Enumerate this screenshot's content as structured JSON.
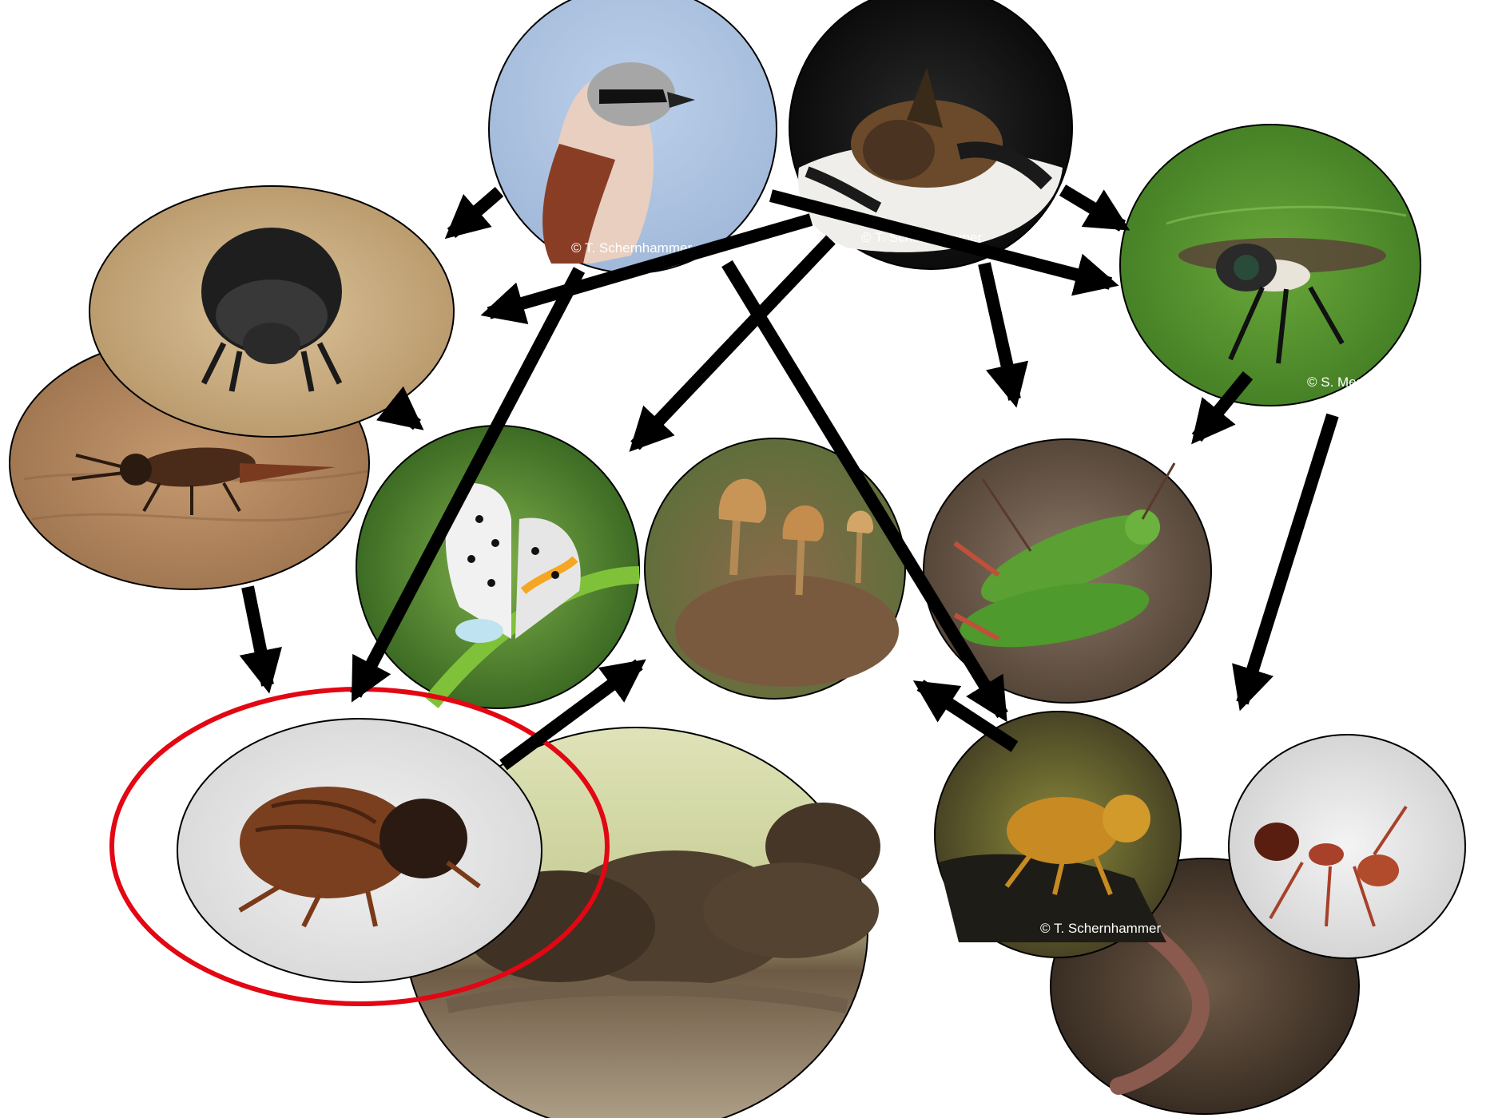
{
  "nodes": [
    {
      "id": "shrike",
      "label": "",
      "credit": "© T. Schernhammer"
    },
    {
      "id": "bat",
      "label": "",
      "credit": "© T. Schernhammer"
    },
    {
      "id": "robber-fly",
      "label": "",
      "credit": "© S. Messner"
    },
    {
      "id": "round-beetle",
      "label": "",
      "credit": ""
    },
    {
      "id": "rove-beetle",
      "label": "",
      "credit": ""
    },
    {
      "id": "butterfly",
      "label": "",
      "credit": ""
    },
    {
      "id": "mushrooms",
      "label": "",
      "credit": ""
    },
    {
      "id": "grasshoppers",
      "label": "",
      "credit": ""
    },
    {
      "id": "dung-beetle",
      "label": "",
      "credit": ""
    },
    {
      "id": "dung",
      "label": "",
      "credit": ""
    },
    {
      "id": "dung-fly",
      "label": "",
      "credit": "© T. Schernhammer"
    },
    {
      "id": "ant",
      "label": "",
      "credit": ""
    },
    {
      "id": "earthworm",
      "label": "",
      "credit": ""
    }
  ],
  "edges": [
    {
      "from": "shrike",
      "to": "round-beetle"
    },
    {
      "from": "shrike",
      "to": "robber-fly"
    },
    {
      "from": "bat",
      "to": "rove-beetle"
    },
    {
      "from": "bat",
      "to": "butterfly"
    },
    {
      "from": "bat",
      "to": "robber-fly"
    },
    {
      "from": "bat",
      "to": "grasshoppers"
    },
    {
      "from": "shrike",
      "to": "dung-fly"
    },
    {
      "from": "rove-beetle",
      "to": "butterfly"
    },
    {
      "from": "shrike",
      "to": "dung-beetle"
    },
    {
      "from": "rove-beetle",
      "to": "dung-beetle"
    },
    {
      "from": "robber-fly",
      "to": "grasshoppers"
    },
    {
      "from": "robber-fly",
      "to": "dung-fly"
    },
    {
      "from": "dung-beetle",
      "to": "mushrooms"
    },
    {
      "from": "dung-fly",
      "to": "mushrooms"
    }
  ],
  "highlight": {
    "node": "dung-beetle",
    "color": "#e30613"
  },
  "colors": {
    "arrow": "#000000"
  }
}
